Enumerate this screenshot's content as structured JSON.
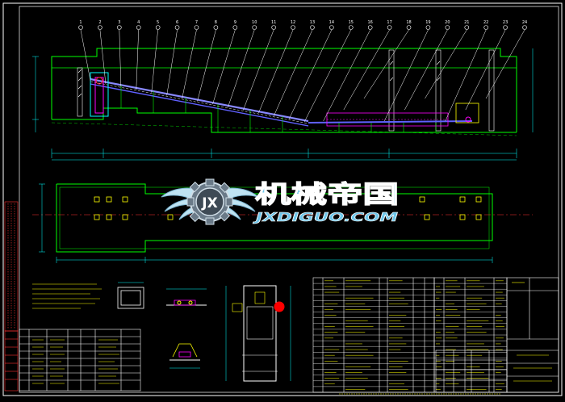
{
  "watermark": {
    "title_cn": "机械帝国",
    "domain": "JXDIGUO.COM",
    "logo_letters": "JX"
  },
  "drawing": {
    "colors": {
      "background": "#000000",
      "frame": "#ffffff",
      "outline": "#00ff00",
      "dimension": "#00ffff",
      "equipment": "#ff00ff",
      "centerline": "#ff0000",
      "leader": "#ffffff",
      "accent": "#ffff00"
    },
    "item_balloons": [
      "1",
      "2",
      "3",
      "4",
      "5",
      "6",
      "7",
      "8",
      "9",
      "10",
      "11",
      "12",
      "13",
      "14",
      "15",
      "16",
      "17",
      "18",
      "19",
      "20",
      "21",
      "22",
      "23",
      "24"
    ]
  }
}
